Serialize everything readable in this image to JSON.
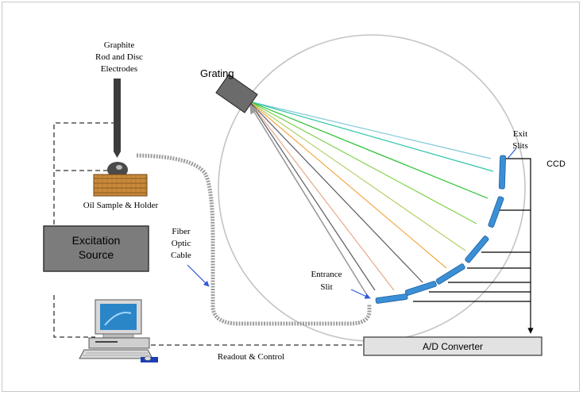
{
  "labels": {
    "electrodes": [
      "Graphite",
      "Rod and Disc",
      "Electrodes"
    ],
    "grating": "Grating",
    "oil_sample": "Oil Sample & Holder",
    "excitation": [
      "Excitation",
      "Source"
    ],
    "fiber": [
      "Fiber",
      "Optic",
      "Cable"
    ],
    "entrance": [
      "Entrance",
      "Slit"
    ],
    "exit": [
      "Exit",
      "Slits"
    ],
    "ccd": "CCD",
    "ad_converter": "A/D Converter",
    "readout": "Readout & Control"
  },
  "colors": {
    "rays": [
      "#7ec8d8",
      "#2fc6a6",
      "#22c02a",
      "#7fd24a",
      "#b3d16a",
      "#f1a944",
      "#e7a98a",
      "#5a5a64"
    ],
    "ccd_blue": "#3a8fd6",
    "box_gray": "#7c7c7c",
    "panel_gray": "#e2e2e2"
  }
}
